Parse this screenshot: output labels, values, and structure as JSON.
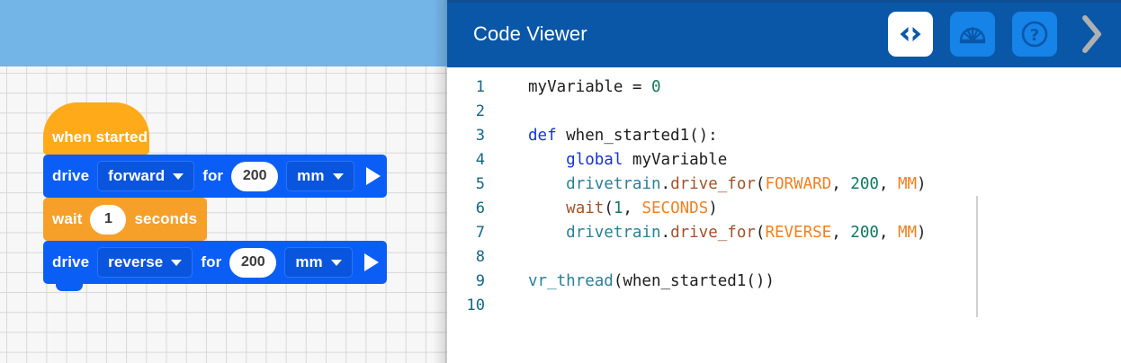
{
  "workspace": {
    "banner_color": "#74b5e8",
    "grid_color": "#d7d7d7",
    "blocks": [
      {
        "type": "hat",
        "name": "when-started-block",
        "label": "when started",
        "color": "#ffab19"
      },
      {
        "type": "stack",
        "name": "drive-forward-block",
        "color": "#0b5ef5",
        "label_1": "drive",
        "dropdown_1": "forward",
        "label_2": "for",
        "value": "200",
        "dropdown_2": "mm",
        "run_icon": "play-icon"
      },
      {
        "type": "stack",
        "name": "wait-block",
        "color": "#f6a02a",
        "label_1": "wait",
        "value": "1",
        "label_2": "seconds"
      },
      {
        "type": "stack",
        "name": "drive-reverse-block",
        "color": "#0b5ef5",
        "label_1": "drive",
        "dropdown_1": "reverse",
        "label_2": "for",
        "value": "200",
        "dropdown_2": "mm",
        "run_icon": "play-icon"
      }
    ]
  },
  "code_panel": {
    "header": {
      "title": "Code Viewer",
      "background": "#0a57a8",
      "buttons": [
        {
          "name": "code-view-button",
          "icon": "code-brackets-icon",
          "state": "active"
        },
        {
          "name": "dashboard-button",
          "icon": "gauge-dashboard-icon",
          "state": "inactive"
        },
        {
          "name": "help-button",
          "icon": "question-mark-icon",
          "state": "inactive"
        }
      ],
      "collapse_icon": "chevron-right-icon"
    },
    "gutter_color": "#136684",
    "lines": [
      {
        "number": "1",
        "tokens": [
          {
            "text": "myVariable = ",
            "cls": "t-plain"
          },
          {
            "text": "0",
            "cls": "t-num"
          }
        ]
      },
      {
        "number": "2",
        "tokens": []
      },
      {
        "number": "3",
        "tokens": [
          {
            "text": "def",
            "cls": "t-kw"
          },
          {
            "text": " when_started1():",
            "cls": "t-plain"
          }
        ]
      },
      {
        "number": "4",
        "tokens": [
          {
            "text": "    ",
            "cls": "t-plain"
          },
          {
            "text": "global",
            "cls": "t-kw"
          },
          {
            "text": " myVariable",
            "cls": "t-plain"
          }
        ]
      },
      {
        "number": "5",
        "tokens": [
          {
            "text": "    ",
            "cls": "t-plain"
          },
          {
            "text": "drivetrain",
            "cls": "t-obj"
          },
          {
            "text": ".",
            "cls": "t-punct"
          },
          {
            "text": "drive_for",
            "cls": "t-fn"
          },
          {
            "text": "(",
            "cls": "t-punct"
          },
          {
            "text": "FORWARD",
            "cls": "t-const"
          },
          {
            "text": ", ",
            "cls": "t-punct"
          },
          {
            "text": "200",
            "cls": "t-num"
          },
          {
            "text": ", ",
            "cls": "t-punct"
          },
          {
            "text": "MM",
            "cls": "t-const"
          },
          {
            "text": ")",
            "cls": "t-punct"
          }
        ]
      },
      {
        "number": "6",
        "tokens": [
          {
            "text": "    ",
            "cls": "t-plain"
          },
          {
            "text": "wait",
            "cls": "t-fn"
          },
          {
            "text": "(",
            "cls": "t-punct"
          },
          {
            "text": "1",
            "cls": "t-num"
          },
          {
            "text": ", ",
            "cls": "t-punct"
          },
          {
            "text": "SECONDS",
            "cls": "t-const"
          },
          {
            "text": ")",
            "cls": "t-punct"
          }
        ]
      },
      {
        "number": "7",
        "tokens": [
          {
            "text": "    ",
            "cls": "t-plain"
          },
          {
            "text": "drivetrain",
            "cls": "t-obj"
          },
          {
            "text": ".",
            "cls": "t-punct"
          },
          {
            "text": "drive_for",
            "cls": "t-fn"
          },
          {
            "text": "(",
            "cls": "t-punct"
          },
          {
            "text": "REVERSE",
            "cls": "t-const"
          },
          {
            "text": ", ",
            "cls": "t-punct"
          },
          {
            "text": "200",
            "cls": "t-num"
          },
          {
            "text": ", ",
            "cls": "t-punct"
          },
          {
            "text": "MM",
            "cls": "t-const"
          },
          {
            "text": ")",
            "cls": "t-punct"
          }
        ]
      },
      {
        "number": "8",
        "tokens": []
      },
      {
        "number": "9",
        "tokens": [
          {
            "text": "vr_thread",
            "cls": "t-obj"
          },
          {
            "text": "(when_started1())",
            "cls": "t-plain"
          }
        ]
      },
      {
        "number": "10",
        "tokens": []
      }
    ]
  }
}
